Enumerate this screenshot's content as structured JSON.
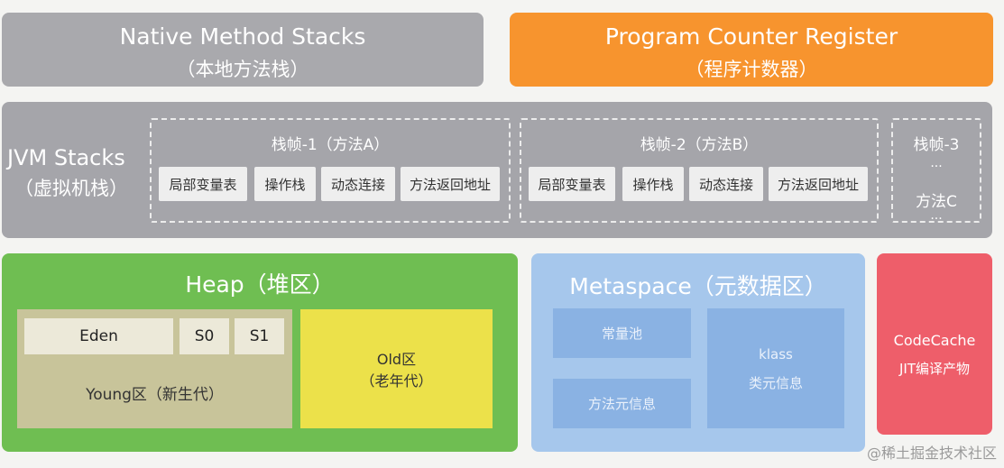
{
  "native": {
    "title": "Native Method Stacks",
    "subtitle": "（本地方法栈）"
  },
  "pcr": {
    "title": "Program Counter Register",
    "subtitle": "（程序计数器）"
  },
  "jvm_stacks": {
    "label": "JVM Stacks",
    "sublabel": "（虚拟机栈）",
    "frames": [
      {
        "title": "栈帧-1（方法A）",
        "cells": [
          "局部变量表",
          "操作栈",
          "动态连接",
          "方法返回地址"
        ]
      },
      {
        "title": "栈帧-2（方法B）",
        "cells": [
          "局部变量表",
          "操作栈",
          "动态连接",
          "方法返回地址"
        ]
      },
      {
        "title": "栈帧-3",
        "ellipsis": "...",
        "method": "方法C"
      }
    ]
  },
  "heap": {
    "title": "Heap（堆区）",
    "young": {
      "eden": "Eden",
      "s0": "S0",
      "s1": "S1",
      "label": "Young区（新生代）"
    },
    "old": {
      "line1": "Old区",
      "line2": "（老年代）"
    }
  },
  "metaspace": {
    "title": "Metaspace（元数据区）",
    "constant_pool": "常量池",
    "method_info": "方法元信息",
    "klass": "klass",
    "class_info": "类元信息"
  },
  "codecache": {
    "line1": "CodeCache",
    "line2": "JIT编译产物"
  },
  "watermark": "@稀土掘金技术社区",
  "colors": {
    "gray": "#a9a9ad",
    "orange": "#f7942e",
    "green": "#6fbe52",
    "blue": "#a6c7ec",
    "red": "#ee5e6a",
    "yellow": "#ece14a"
  }
}
